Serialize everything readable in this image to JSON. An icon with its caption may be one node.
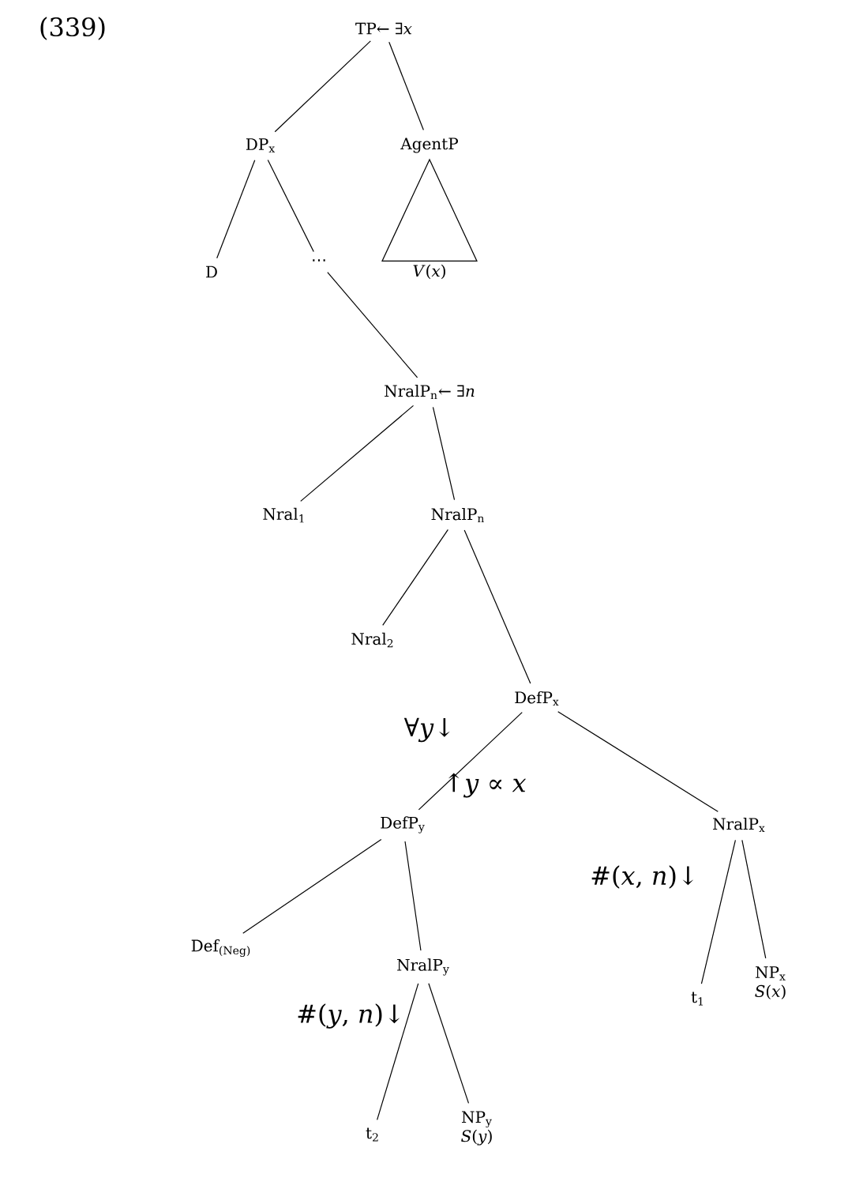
{
  "diagram": {
    "nodes": [
      {
        "text": [
          "TP← ∃*x*"
        ]
      },
      {
        "text": [
          "DP$_{x}$"
        ]
      },
      {
        "text": [
          "AgentP"
        ]
      },
      {
        "text": [
          "D"
        ]
      },
      {
        "text": [
          "⋯"
        ]
      },
      {
        "text": [
          "*V*(*x*)"
        ]
      },
      {
        "text": [
          "NralP$_{n}$← ∃*n*"
        ]
      },
      {
        "text": [
          "Nral$_{1}$"
        ]
      },
      {
        "text": [
          "NralP$_{n}$"
        ]
      },
      {
        "text": [
          "Nral$_{2}$"
        ]
      },
      {
        "text": [
          "DefP$_{x}$"
        ]
      },
      {
        "text": [
          "DefP$_{y}$"
        ]
      },
      {
        "text": [
          "NralP$_{x}$"
        ]
      },
      {
        "text": [
          "Def$_{(Neg)}$"
        ]
      },
      {
        "text": [
          "NralP$_{y}$"
        ]
      },
      {
        "text": [
          "t$_{1}$"
        ]
      },
      {
        "text": [
          "NP$_{x}$",
          "*S*(*x*)"
        ]
      },
      {
        "text": [
          "t$_{2}$"
        ]
      },
      {
        "text": [
          "NP$_{y}$",
          "*S*(*y*)"
        ]
      }
    ],
    "edges": [
      {
        "from": 0,
        "to": 1,
        "arrow": "none"
      },
      {
        "from": 0,
        "to": 2,
        "arrow": "none"
      },
      {
        "from": 1,
        "to": 3,
        "arrow": "none"
      },
      {
        "from": 1,
        "to": 4,
        "arrow": "none"
      },
      {
        "from": 2,
        "to": 5,
        "arrow": "none"
      },
      {
        "from": 4,
        "to": 6,
        "arrow": "none"
      },
      {
        "from": 6,
        "to": 7,
        "arrow": "none"
      },
      {
        "from": 6,
        "to": 8,
        "arrow": "none"
      },
      {
        "from": 8,
        "to": 9,
        "arrow": "none"
      },
      {
        "from": 8,
        "to": 10,
        "arrow": "none"
      },
      {
        "from": 10,
        "to": 11,
        "arrow": "none",
        "label": "∀*y*↓"
      },
      {
        "from": 10,
        "to": 12,
        "arrow": "none"
      },
      {
        "from": 11,
        "to": 13,
        "arrow": "none"
      },
      {
        "from": 11,
        "to": 14,
        "arrow": "none"
      },
      {
        "from": 12,
        "to": 15,
        "arrow": "none",
        "label": "#(*x*, *n*)↓"
      },
      {
        "from": 12,
        "to": 16,
        "arrow": "none"
      },
      {
        "from": 14,
        "to": 17,
        "arrow": "none",
        "label": "#(*y*, *n*)↓"
      },
      {
        "from": 14,
        "to": 18,
        "arrow": "none"
      }
    ],
    "labels": [
      "(339)",
      "↑*y* ∝ *x*"
    ]
  }
}
